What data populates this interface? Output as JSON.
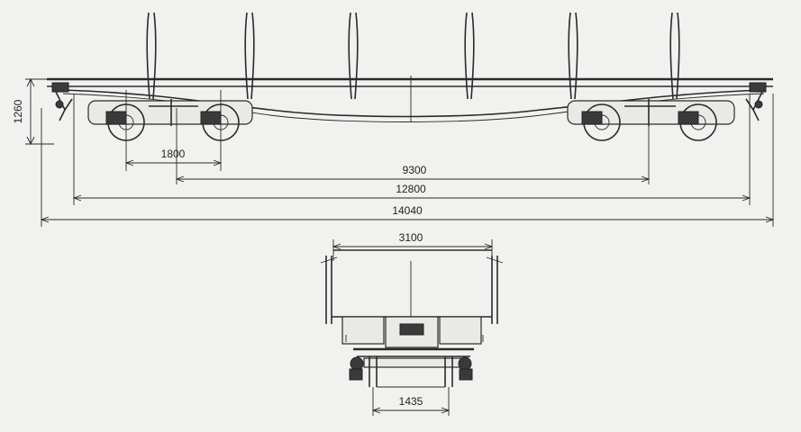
{
  "dimensions": {
    "height": "1260",
    "bogie_wheelbase": "1800",
    "bogie_centers": "9300",
    "frame_length": "12800",
    "overall_length": "14040",
    "body_width": "3100",
    "track_gauge": "1435"
  },
  "colors": {
    "ink": "#2a2a2a",
    "paper": "#f1f1ef"
  }
}
